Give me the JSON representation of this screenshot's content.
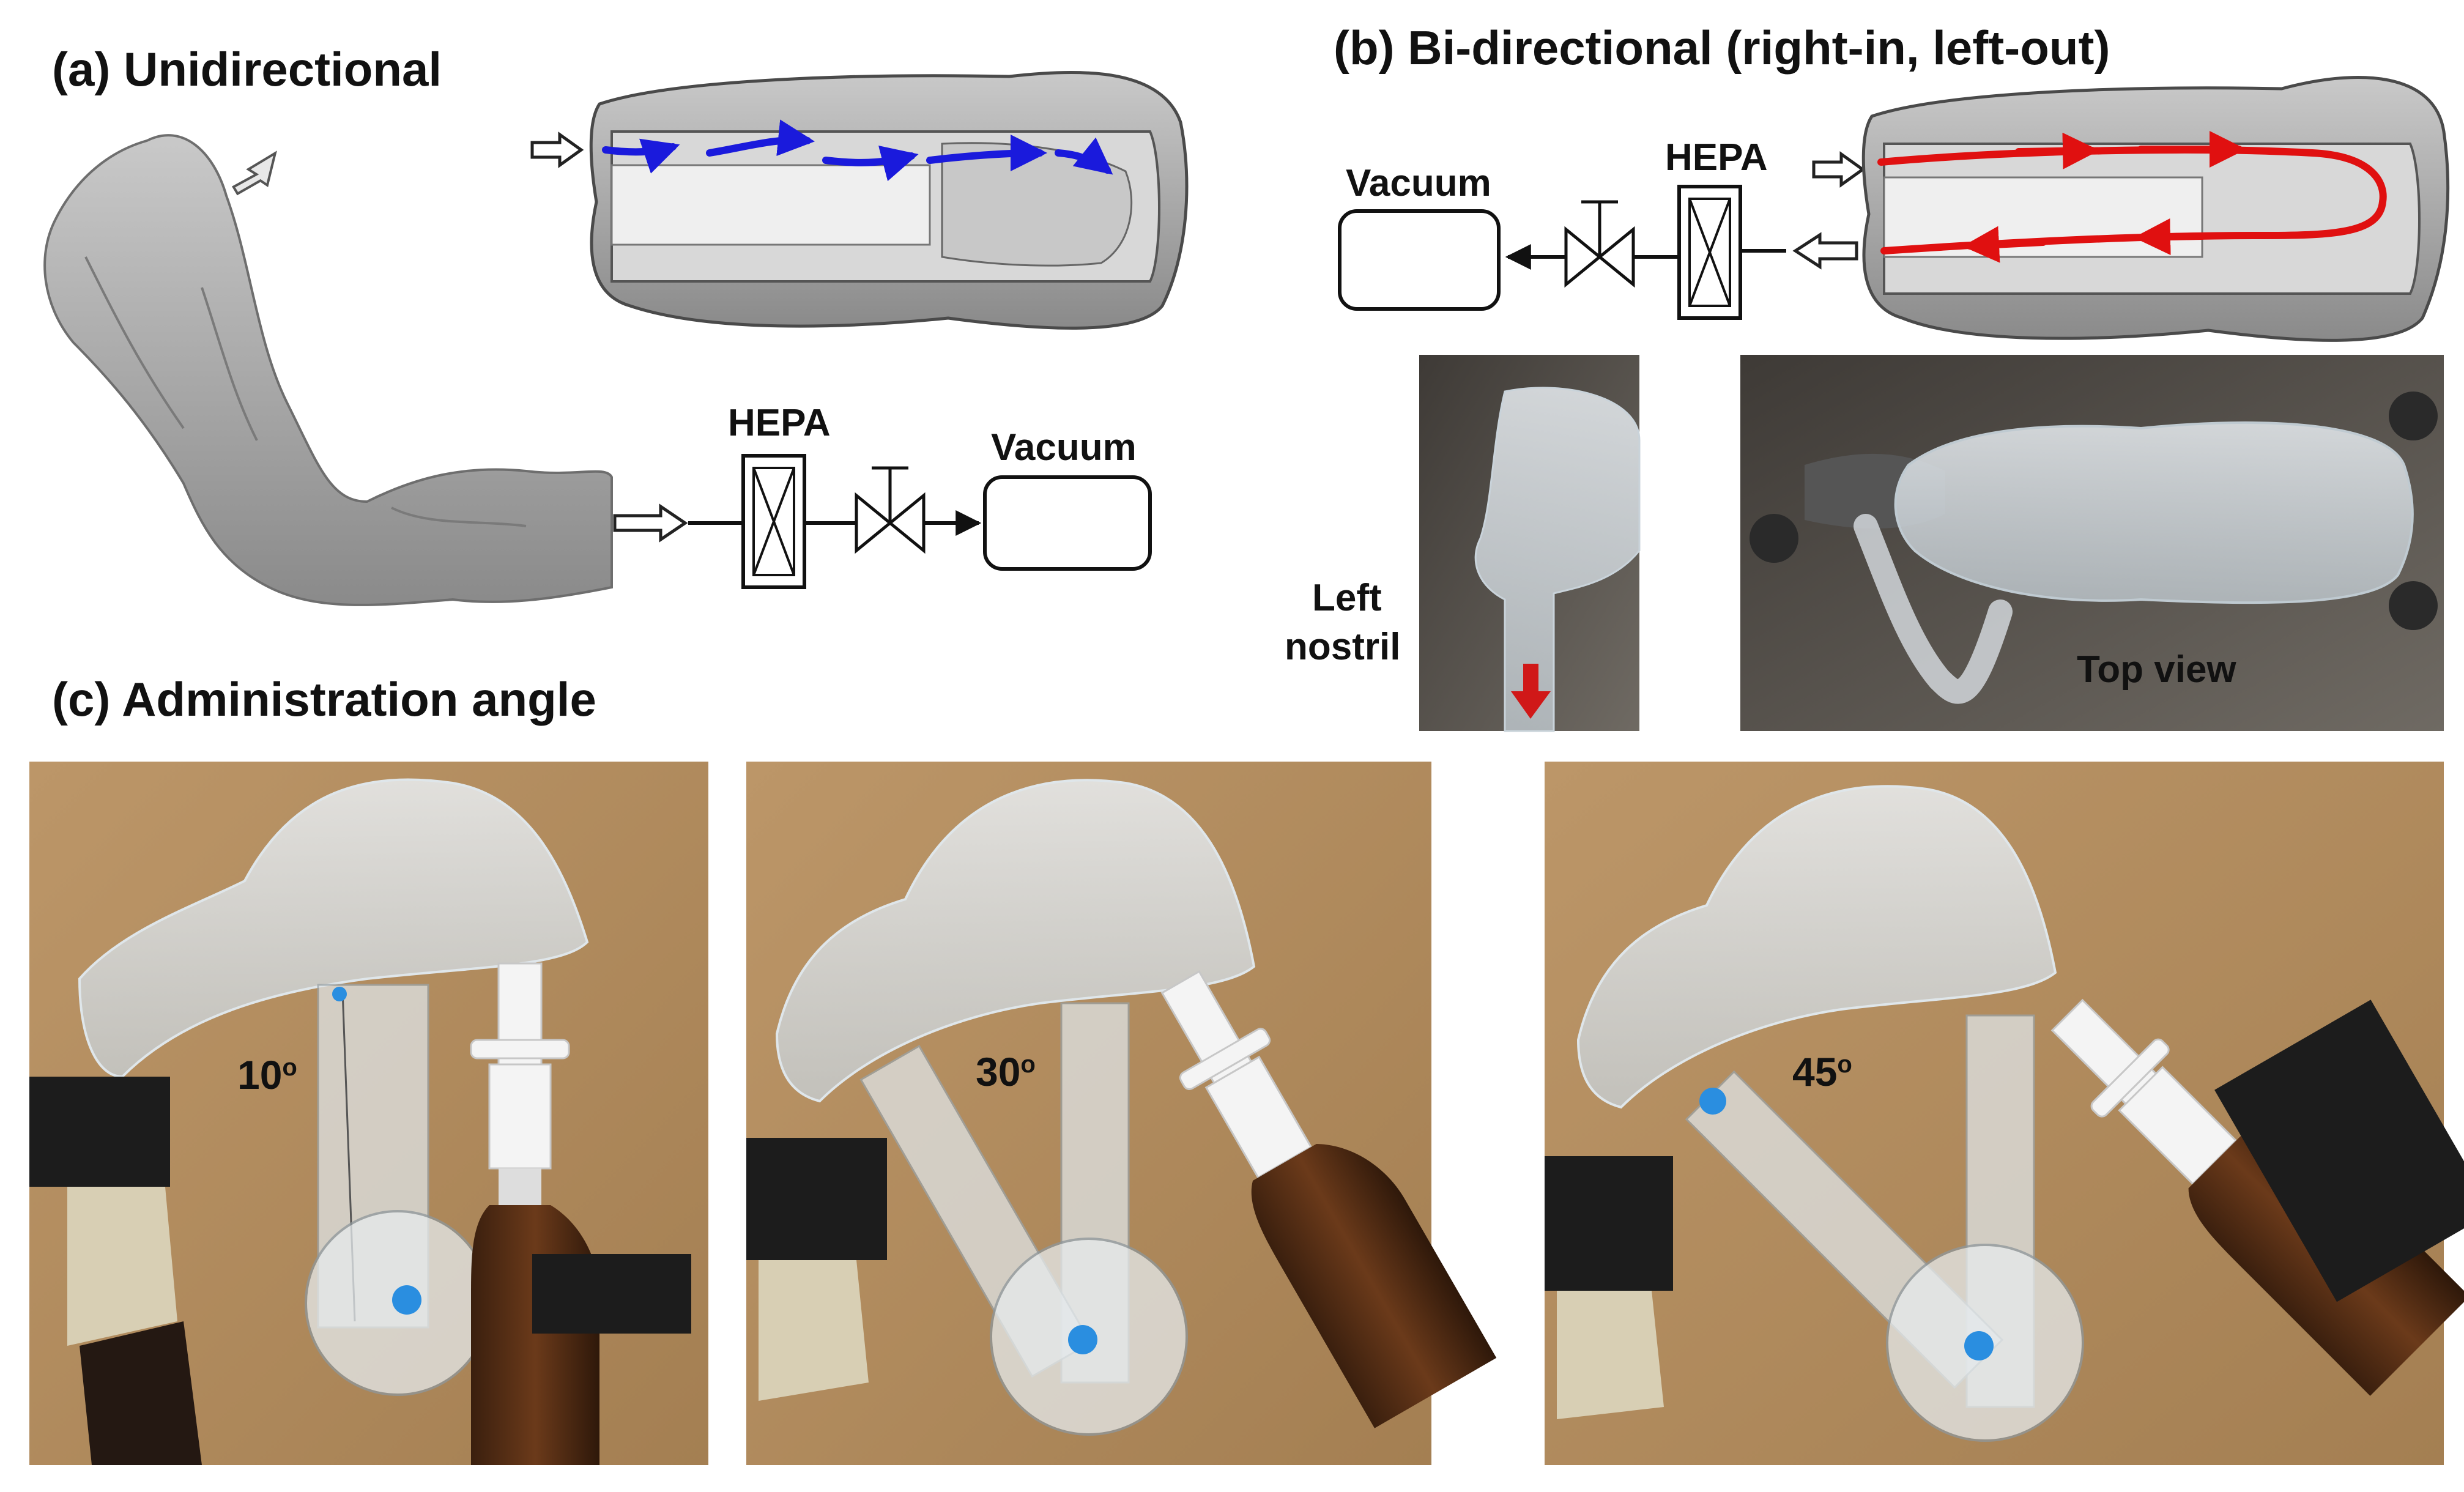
{
  "panels": {
    "a": {
      "title": "(a) Unidirectional",
      "hepa": "HEPA",
      "vacuum": "Vacuum"
    },
    "b": {
      "title": "(b) Bi-directional (right-in, left-out)",
      "hepa": "HEPA",
      "vacuum": "Vacuum",
      "nostril_line1": "Left",
      "nostril_line2": "nostril",
      "top_view": "Top view"
    },
    "c": {
      "title": "(c) Administration angle",
      "angles": [
        {
          "value": "10",
          "sup": "o"
        },
        {
          "value": "30",
          "sup": "o"
        },
        {
          "value": "45",
          "sup": "o"
        }
      ]
    }
  },
  "colors": {
    "flow_unidirectional": "#1a1adc",
    "flow_bidirectional": "#e01010",
    "cardboard": "#b08a5c",
    "cast_gray": "#9a9a9a"
  }
}
